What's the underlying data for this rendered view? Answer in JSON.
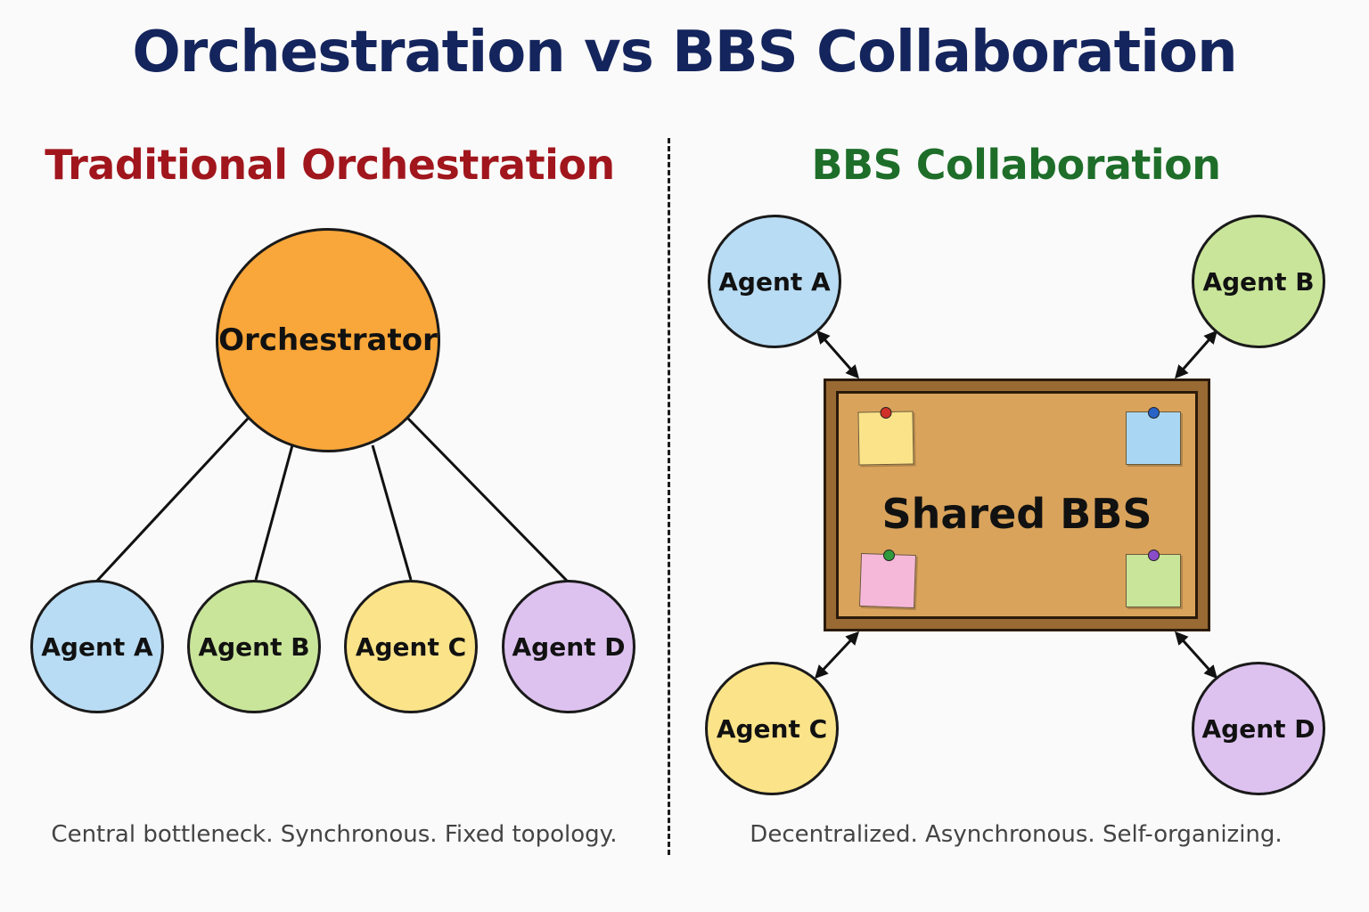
{
  "title": "Orchestration vs BBS Collaboration",
  "left": {
    "title": "Traditional Orchestration",
    "hub": "Orchestrator",
    "agents": [
      "Agent A",
      "Agent B",
      "Agent C",
      "Agent D"
    ],
    "caption": "Central bottleneck. Synchronous. Fixed topology."
  },
  "right": {
    "title": "BBS Collaboration",
    "board": "Shared BBS",
    "agents": [
      "Agent A",
      "Agent B",
      "Agent C",
      "Agent D"
    ],
    "caption": "Decentralized. Asynchronous. Self-organizing."
  },
  "colors": {
    "title": "#14245c",
    "left_title": "#a1161d",
    "right_title": "#1e6e2a",
    "orchestrator": "#f9a63a",
    "agent_a": "#b8dcf3",
    "agent_b": "#c9e59a",
    "agent_c": "#fbe389",
    "agent_d": "#ddc2f0",
    "board": "#d9a35c"
  }
}
